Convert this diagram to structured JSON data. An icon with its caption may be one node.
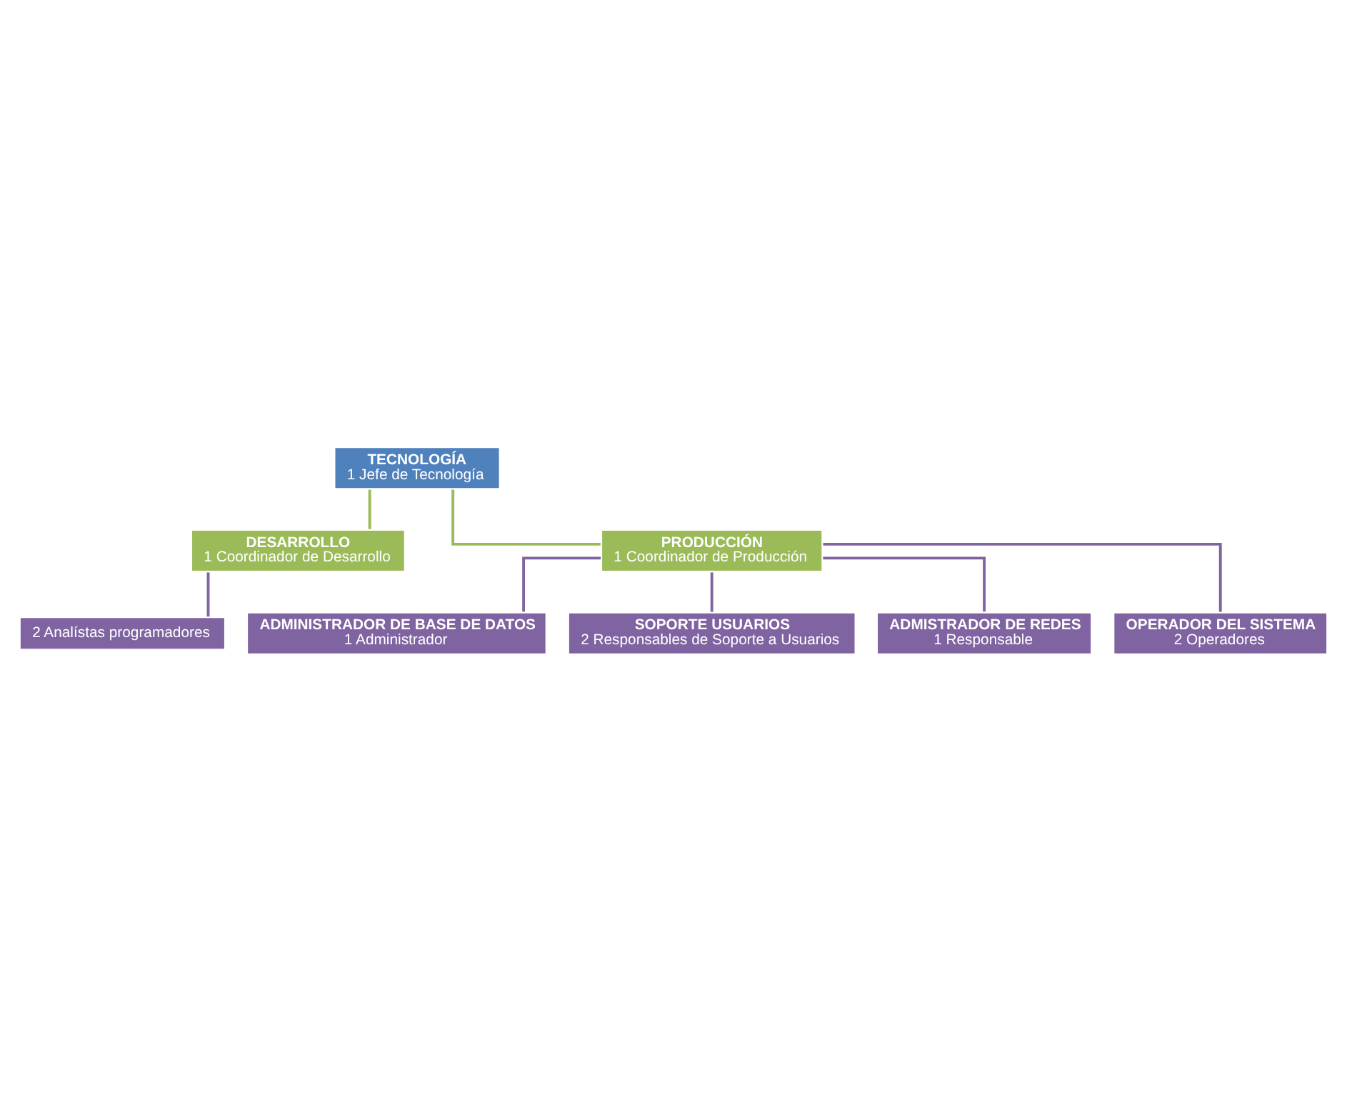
{
  "diagram": {
    "nodes": [
      {
        "text": [
          "TECNOLOGÍA",
          "1 Jefe de Tecnología"
        ]
      },
      {
        "text": [
          "DESARROLLO",
          "1 Coordinador de Desarrollo"
        ]
      },
      {
        "text": [
          "PRODUCCIÓN",
          "1 Coordinador de Producción"
        ]
      },
      {
        "text": [
          "2 Analístas programadores"
        ]
      },
      {
        "text": [
          "ADMINISTRADOR DE BASE DE DATOS",
          "1 Administrador"
        ]
      },
      {
        "text": [
          "SOPORTE USUARIOS",
          "2 Responsables de Soporte a Usuarios"
        ]
      },
      {
        "text": [
          "ADMISTRADOR DE REDES",
          "1 Responsable"
        ]
      },
      {
        "text": [
          "OPERADOR DEL SISTEMA",
          "2 Operadores"
        ]
      }
    ],
    "edges": [
      {
        "from": 0,
        "to": 1,
        "arrow": "none",
        "color": "#9bbb59"
      },
      {
        "from": 0,
        "to": 2,
        "arrow": "none",
        "color": "#9bbb59"
      },
      {
        "from": 1,
        "to": 3,
        "arrow": "none"
      },
      {
        "from": 2,
        "to": 4,
        "arrow": "none"
      },
      {
        "from": 2,
        "to": 5,
        "arrow": "none"
      },
      {
        "from": 2,
        "to": 6,
        "arrow": "none"
      },
      {
        "from": 2,
        "to": 7,
        "arrow": "none"
      }
    ]
  }
}
